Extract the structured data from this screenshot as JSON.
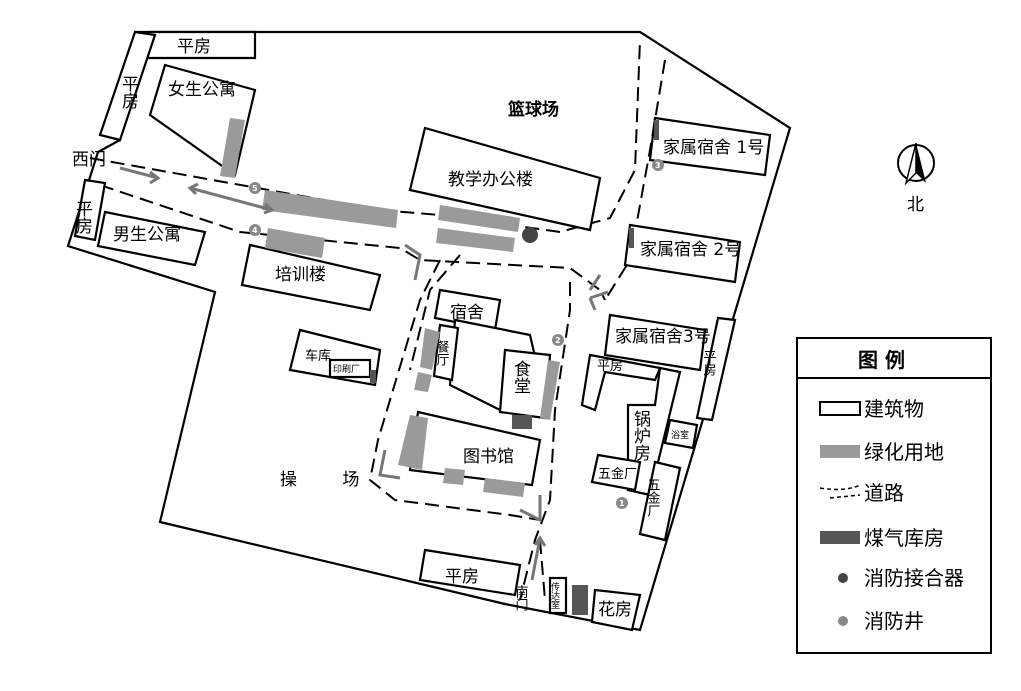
{
  "labels": {
    "pingfang_top": "平房",
    "pingfang_left_top": "平房",
    "girls_dorm": "女生公寓",
    "basketball": "篮球场",
    "family_dorm_1": "家属宿舍 1号",
    "west_gate": "西门",
    "pingfang_left": "平房",
    "boys_dorm": "男生公寓",
    "teaching_building": "教学办公楼",
    "family_dorm_2": "家属宿舍 2号",
    "training_building": "培训楼",
    "dormitory": "宿舍",
    "family_dorm_3": "家属宿舍3号",
    "garage": "车库",
    "print_shop": "印刷厂",
    "restaurant": "餐厅",
    "canteen": "食堂",
    "pingfang_mid": "平房",
    "pingfang_right": "平房",
    "boiler_room": "锅炉房",
    "bathroom": "浴室",
    "library": "图书馆",
    "hardware_factory_1": "五金厂",
    "hardware_factory_2": "五金厂",
    "playground": "操 场",
    "pingfang_bottom": "平房",
    "south_gate": "南门",
    "reception": "传达室",
    "greenhouse": "花房",
    "north": "北"
  },
  "markers": [
    "1",
    "2",
    "3",
    "4",
    "5"
  ],
  "legend": {
    "title": "图 例",
    "items": [
      "建筑物",
      "绿化用地",
      "道路",
      "煤气库房",
      "消防接合器",
      "消防井"
    ]
  },
  "colors": {
    "green": "#9a9a9a",
    "gas": "#555555",
    "connector": "#444444",
    "well": "#888888"
  }
}
